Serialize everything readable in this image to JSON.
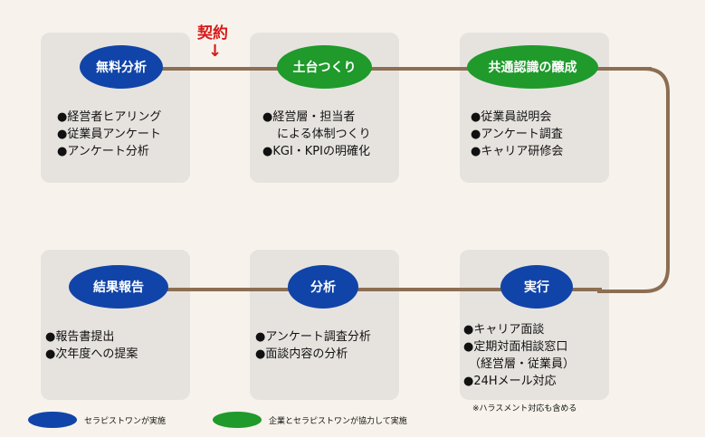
{
  "contract": {
    "label": "契約",
    "arrow": "↓"
  },
  "steps": [
    {
      "title": "無料分析",
      "color": "blue",
      "items": [
        [
          "●経営者ヒアリング"
        ],
        [
          "●従業員アンケート"
        ],
        [
          "●アンケート分析"
        ]
      ]
    },
    {
      "title": "土台つくり",
      "color": "green",
      "items": [
        [
          "●経営層・担当者"
        ],
        [
          "による体制つくり"
        ],
        [
          "●KGI・KPIの明確化"
        ]
      ]
    },
    {
      "title": "共通認識の醸成",
      "color": "green",
      "items": [
        [
          "●従業員説明会"
        ],
        [
          "●アンケート調査"
        ],
        [
          "●キャリア研修会"
        ]
      ]
    },
    {
      "title": "結果報告",
      "color": "blue",
      "items": [
        [
          "●報告書提出"
        ],
        [
          "●次年度への提案"
        ]
      ]
    },
    {
      "title": "分析",
      "color": "blue",
      "items": [
        [
          "●アンケート調査分析"
        ],
        [
          "●面談内容の分析"
        ]
      ]
    },
    {
      "title": "実行",
      "color": "blue",
      "items": [
        [
          "●キャリア面談"
        ],
        [
          "●定期対面相談窓口"
        ],
        [
          "（経営層・従業員）"
        ],
        [
          "●24Hメール対応"
        ]
      ]
    }
  ],
  "note": "※ハラスメント対応も含める",
  "legend": [
    {
      "color": "#1144a8",
      "label": "セラピストワンが実施"
    },
    {
      "color": "#1f9a2b",
      "label": "企業とセラピストワンが協力して実施"
    }
  ],
  "colors": {
    "blue": "#1144a8",
    "green": "#1f9a2b",
    "line": "#8c6e52",
    "contract": "#d61a1a",
    "card": "#e6e3df"
  }
}
